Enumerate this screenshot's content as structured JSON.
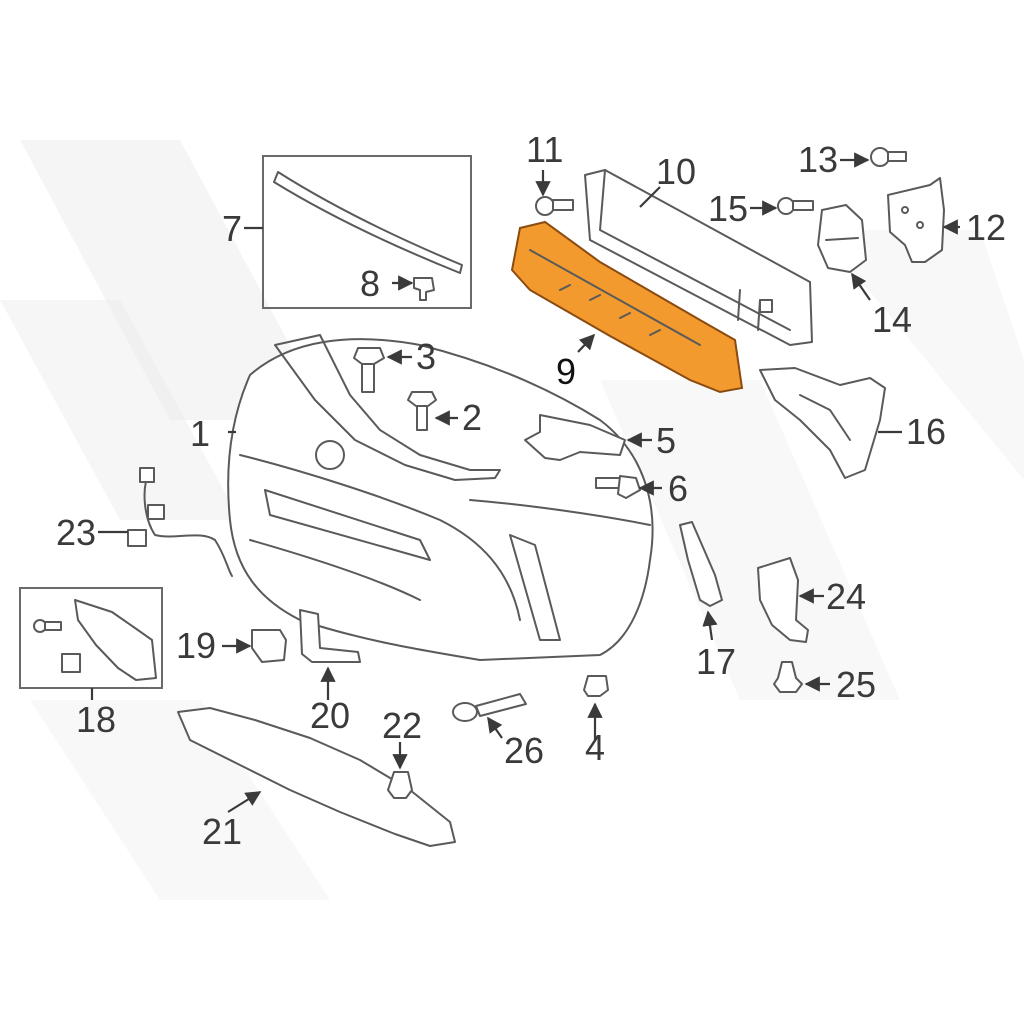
{
  "diagram": {
    "highlight_color": "#f29a2e",
    "highlight_stroke": "#8a4a10",
    "highlighted_part": "9",
    "labels": {
      "p1": "1",
      "p2": "2",
      "p3": "3",
      "p4": "4",
      "p5": "5",
      "p6": "6",
      "p7": "7",
      "p8": "8",
      "p9": "9",
      "p10": "10",
      "p11": "11",
      "p12": "12",
      "p13": "13",
      "p14": "14",
      "p15": "15",
      "p16": "16",
      "p17": "17",
      "p18": "18",
      "p19": "19",
      "p20": "20",
      "p21": "21",
      "p22": "22",
      "p23": "23",
      "p24": "24",
      "p25": "25",
      "p26": "26"
    }
  }
}
